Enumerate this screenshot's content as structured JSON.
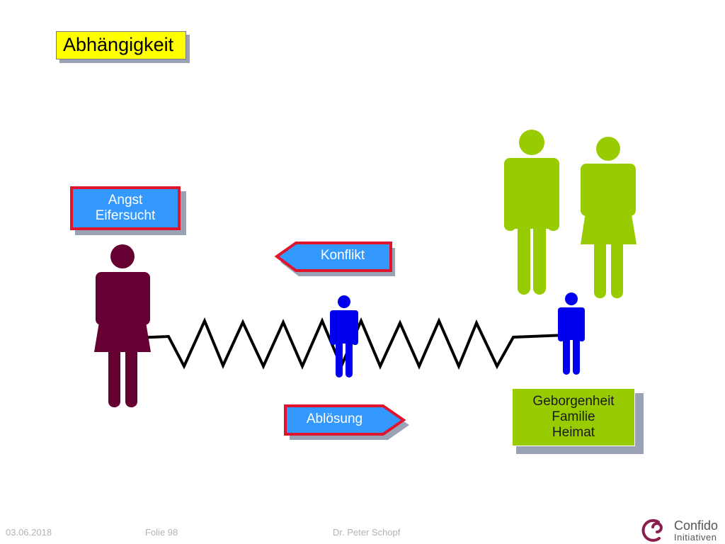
{
  "title": "Abhängigkeit",
  "labels": {
    "angst_line1": "Angst",
    "angst_line2": "Eifersucht",
    "konflikt": "Konflikt",
    "abloesung": "Ablösung",
    "geborgenheit_line1": "Geborgenheit",
    "geborgenheit_line2": "Familie",
    "geborgenheit_line3": "Heimat"
  },
  "footer": {
    "date": "03.06.2018",
    "slide": "Folie 98",
    "author": "Dr. Peter Schopf"
  },
  "logo": {
    "name": "Confido",
    "tagline": "Initiativen"
  },
  "colors": {
    "title_bg": "#ffff00",
    "label_blue": "#3399ff",
    "label_border": "#e0142c",
    "green": "#99cc00",
    "mother": "#660033",
    "child": "#0000ee"
  }
}
